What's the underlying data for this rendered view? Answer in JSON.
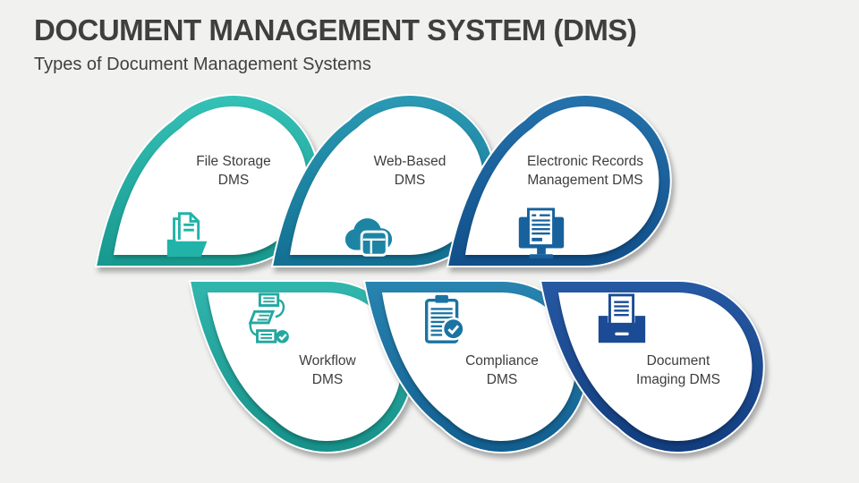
{
  "header": {
    "title": "DOCUMENT MANAGEMENT SYSTEM (DMS)",
    "subtitle": "Types of Document Management Systems",
    "title_color": "#3f3f3f"
  },
  "slide_background": "#f1f1f0",
  "shapes": [
    {
      "name": "file-storage-dms",
      "label_line1": "File Storage",
      "label_line2": "DMS",
      "icon": "documents-folder-icon",
      "color": "#21b3a8",
      "color_light": "#35c1b6",
      "color_dark": "#17988e"
    },
    {
      "name": "web-based-dms",
      "label_line1": "Web-Based",
      "label_line2": "DMS",
      "icon": "cloud-browser-icon",
      "color": "#1d84a4",
      "color_light": "#2b9ab3",
      "color_dark": "#136f93"
    },
    {
      "name": "electronic-records-management-dms",
      "label_line1": "Electronic Records",
      "label_line2": "Management DMS",
      "icon": "monitor-document-icon",
      "color": "#17619d",
      "color_light": "#2572ab",
      "color_dark": "#114f8a"
    },
    {
      "name": "workflow-dms",
      "label_line1": "Workflow",
      "label_line2": "DMS",
      "icon": "workflow-documents-icon",
      "color": "#23a8a0",
      "color_light": "#31b6ad",
      "color_dark": "#169189"
    },
    {
      "name": "compliance-dms",
      "label_line1": "Compliance",
      "label_line2": "DMS",
      "icon": "clipboard-check-icon",
      "color": "#1b73a4",
      "color_light": "#2884b0",
      "color_dark": "#125e90"
    },
    {
      "name": "document-imaging-dms",
      "label_line1": "Document",
      "label_line2": "Imaging DMS",
      "icon": "document-archive-icon",
      "color": "#1a4b94",
      "color_light": "#2659a3",
      "color_dark": "#123d7f"
    }
  ]
}
